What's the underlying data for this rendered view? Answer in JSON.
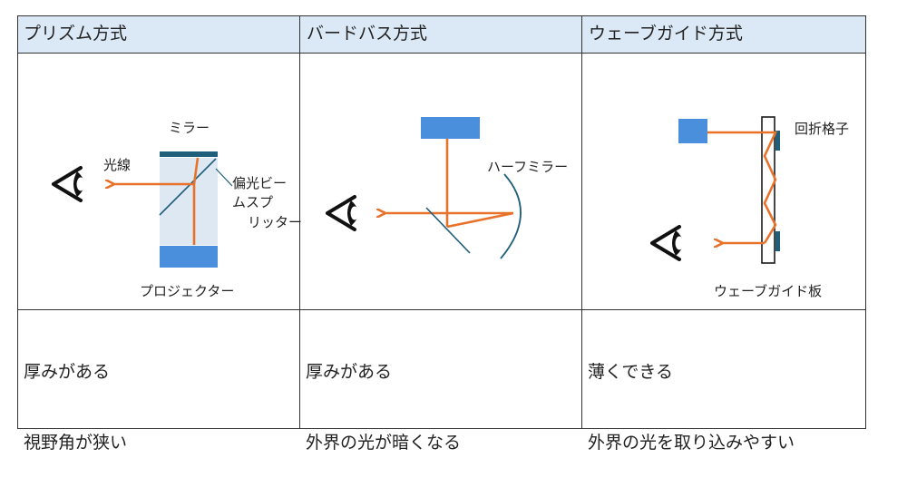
{
  "columns": [
    {
      "header": "プリズム方式",
      "description": [
        "厚みがある",
        "視野角が狭い"
      ],
      "labels": {
        "mirror": "ミラー",
        "ray": "光線",
        "pbs_1": "偏光ビー",
        "pbs_2": "ムスプ",
        "pbs_3": "リッター",
        "projector": "プロジェクター"
      }
    },
    {
      "header": "バードバス方式",
      "description": [
        "厚みがある",
        "外界の光が暗くなる"
      ],
      "labels": {
        "half_mirror": "ハーフミラー"
      }
    },
    {
      "header": "ウェーブガイド方式",
      "description": [
        "薄くできる",
        "外界の光を取り込みやすい"
      ],
      "labels": {
        "grating": "回折格子",
        "waveguide": "ウェーブガイド板"
      }
    }
  ],
  "colors": {
    "header_bg": "#dbe8f5",
    "ray": "#e8722a",
    "projector": "#4a8fdb",
    "mirror_dark": "#1f5f7a",
    "prism_fill": "#dde8f3"
  },
  "icons": [
    "eye-icon"
  ]
}
